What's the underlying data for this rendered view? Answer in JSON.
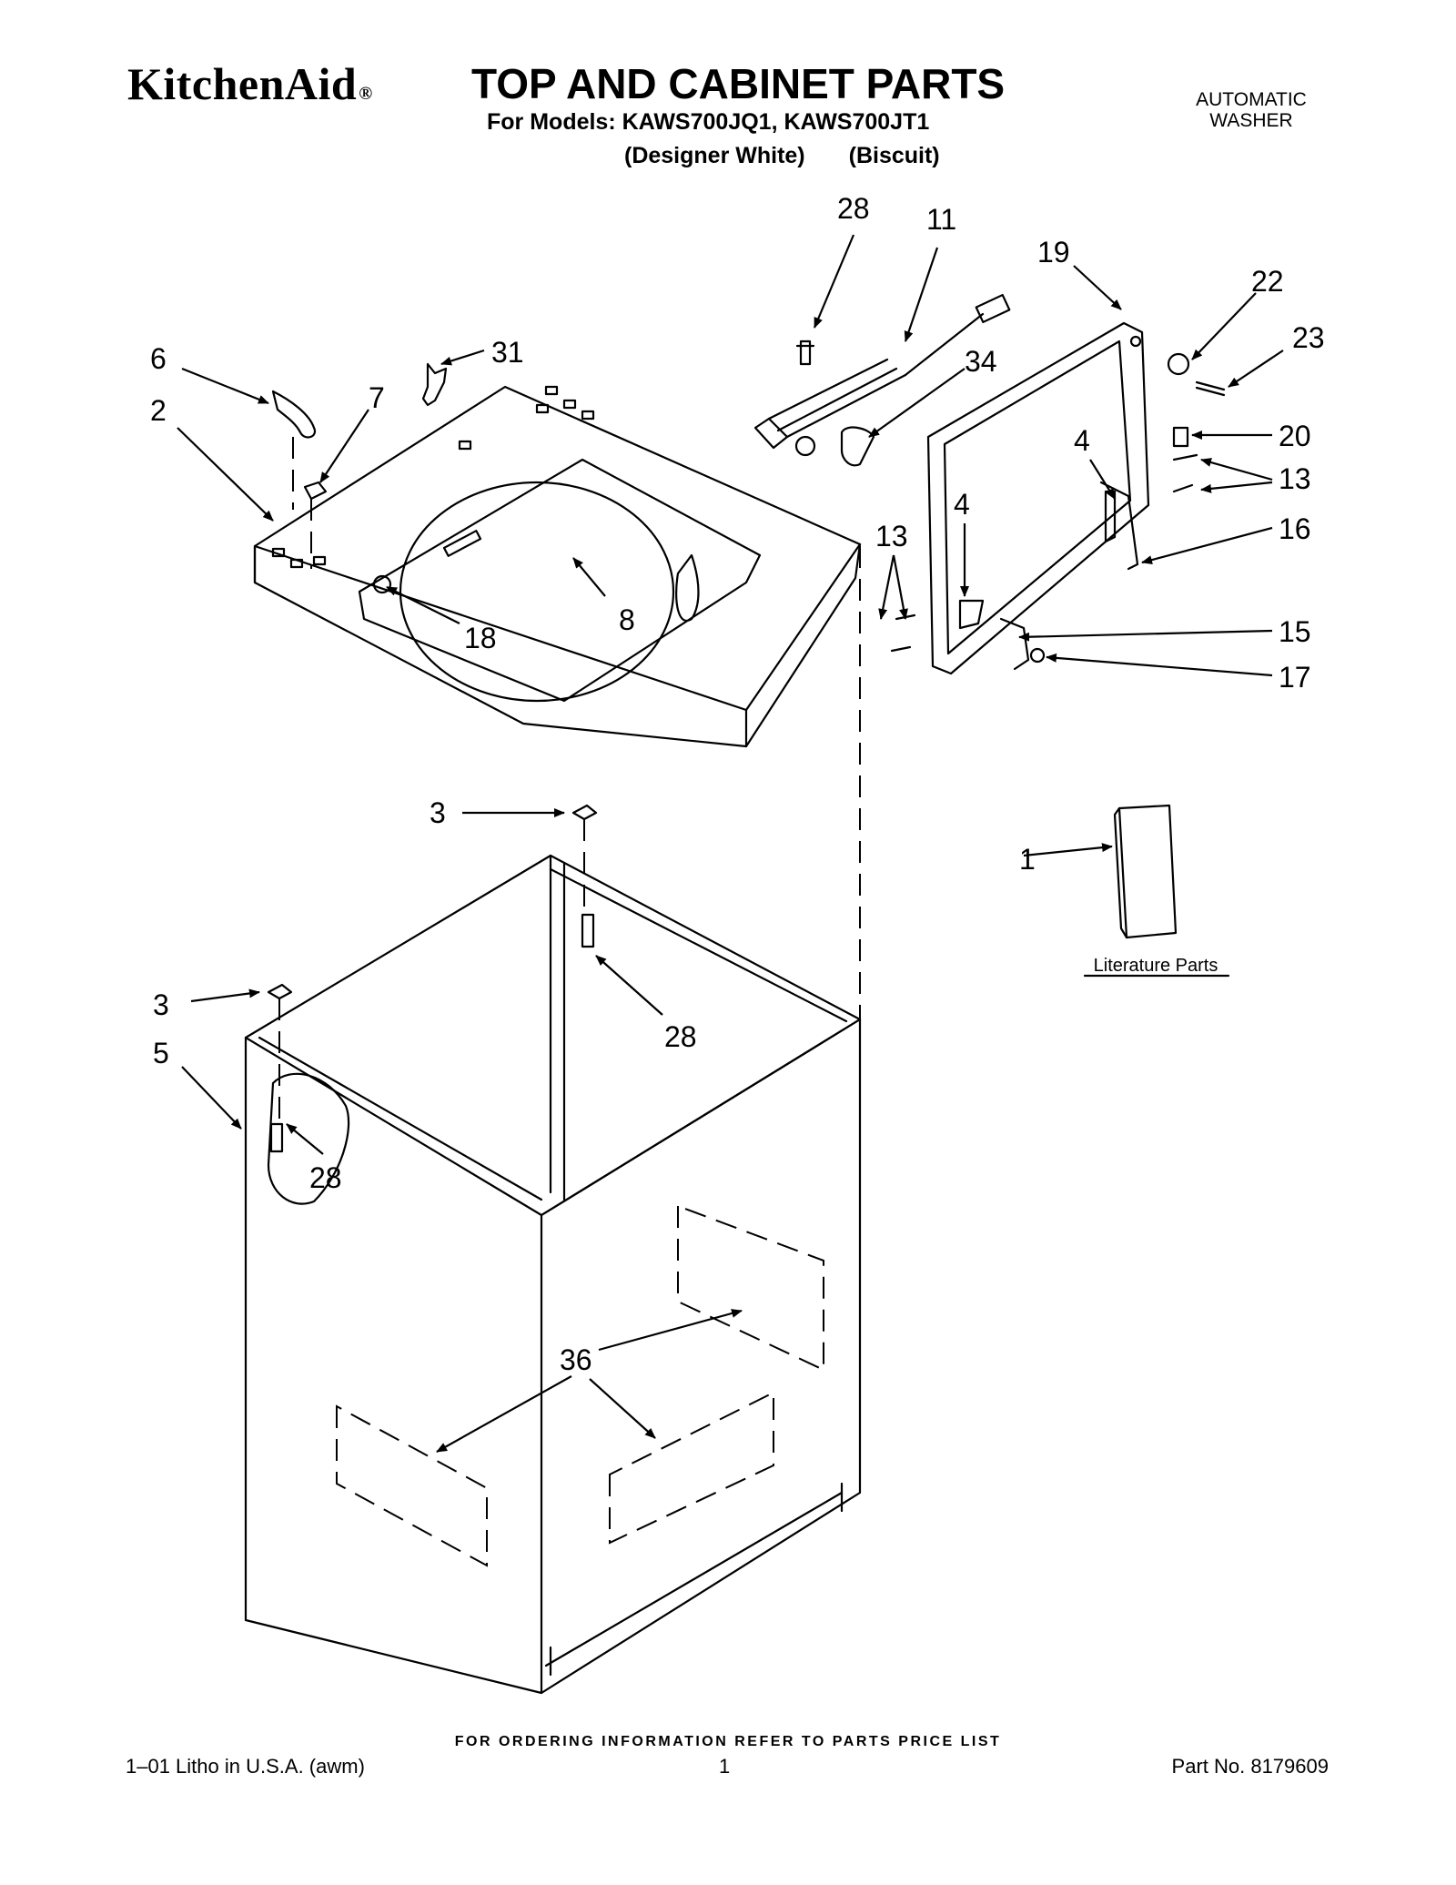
{
  "header": {
    "brand": "KitchenAid",
    "registered_mark": "®",
    "title": "TOP AND CABINET PARTS",
    "models_line": "For Models: KAWS700JQ1, KAWS700JT1",
    "variant_white": "(Designer White)",
    "variant_biscuit": "(Biscuit)",
    "product_line1": "AUTOMATIC",
    "product_line2": "WASHER"
  },
  "diagram": {
    "literature_label": "Literature Parts",
    "callouts": {
      "c1": "1",
      "c2": "2",
      "c3a": "3",
      "c3b": "3",
      "c4a": "4",
      "c4b": "4",
      "c5": "5",
      "c6": "6",
      "c7": "7",
      "c8": "8",
      "c11": "11",
      "c13a": "13",
      "c13b": "13",
      "c15": "15",
      "c16": "16",
      "c17": "17",
      "c18": "18",
      "c19": "19",
      "c20": "20",
      "c22": "22",
      "c23": "23",
      "c28a": "28",
      "c28b": "28",
      "c28c": "28",
      "c31": "31",
      "c34": "34",
      "c36": "36"
    }
  },
  "footer": {
    "ordering_info": "FOR ORDERING INFORMATION REFER TO PARTS PRICE LIST",
    "litho": "1–01 Litho in U.S.A. (awm)",
    "page_number": "1",
    "part_number": "Part No. 8179609"
  }
}
